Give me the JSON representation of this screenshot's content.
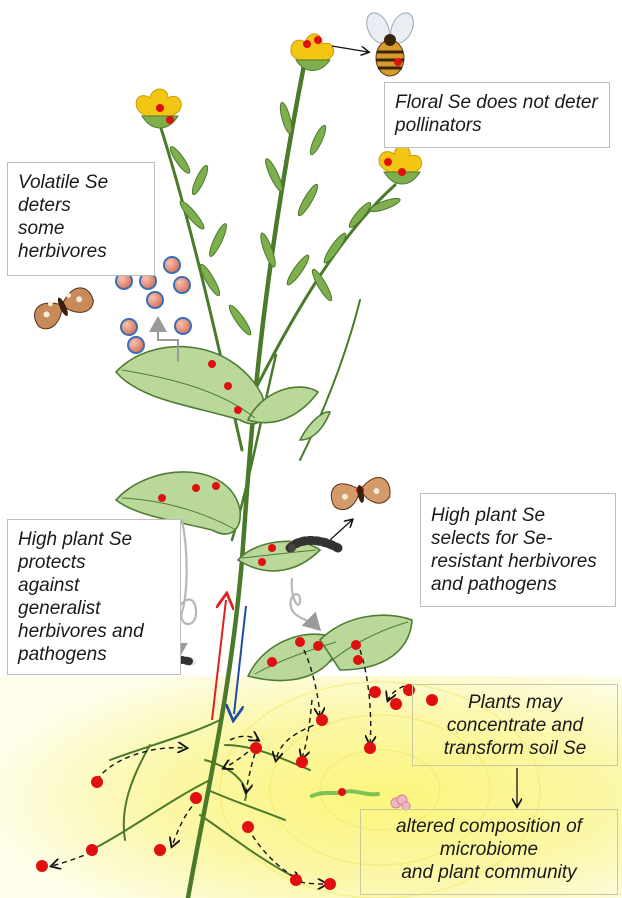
{
  "colors": {
    "stem": "#4a7a2a",
    "leaf_fill": "#b9d89a",
    "leaf_stroke": "#4f7d33",
    "petal": "#f3c613",
    "se_dot": "#e01010",
    "volatile_fill": "#e8977f",
    "volatile_ring": "#3a6fb5",
    "up_arrow": "#e02020",
    "down_arrow": "#1f4ea0",
    "soil_glow": "#f4f06c"
  },
  "icons": [
    "bee-icon",
    "moth-icon",
    "caterpillar-icon",
    "worm-icon",
    "fungus-icon"
  ],
  "labels": {
    "floral": [
      "Floral Se does not deter",
      "pollinators"
    ],
    "volatile": [
      "Volatile Se",
      "deters",
      "some",
      "herbivores"
    ],
    "protect": [
      "High plant Se",
      "protects",
      "against",
      "generalist",
      "herbivores and",
      "pathogens"
    ],
    "selects": [
      "High plant Se",
      "selects for Se-",
      "resistant herbivores",
      "and pathogens"
    ],
    "plants": [
      "Plants may",
      "concentrate and",
      "transform soil Se"
    ],
    "altered": [
      "altered composition of",
      "microbiome",
      "and plant community"
    ]
  }
}
